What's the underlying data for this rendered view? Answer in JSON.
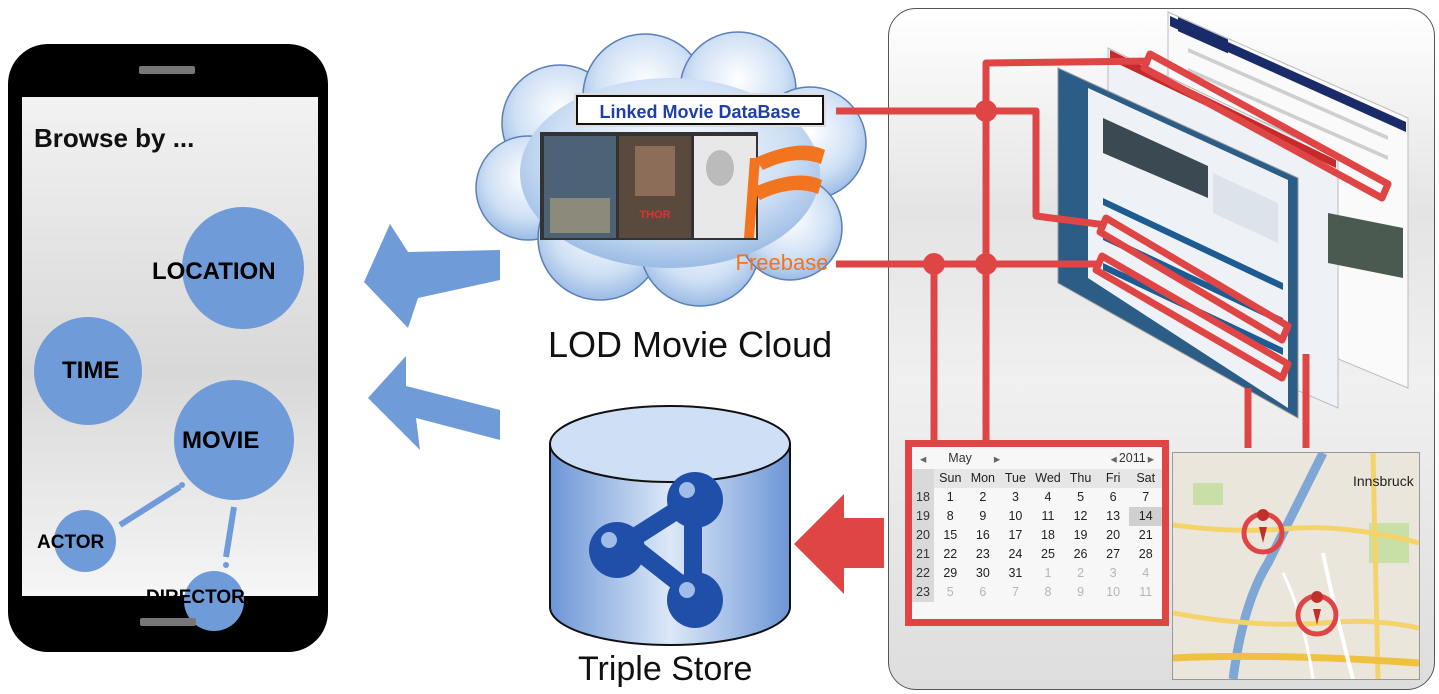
{
  "phone": {
    "browse_title": "Browse by ...",
    "bubbles": {
      "location": "LOCATION",
      "time": "TIME",
      "movie": "MOVIE",
      "actor": "ACTOR",
      "director": "DIRECTOR"
    }
  },
  "cloud": {
    "label": "LOD Movie Cloud",
    "lmdb_logo_text": "Linked Movie DataBase",
    "freebase_logo_text": "Freebase"
  },
  "store": {
    "label": "Triple Store"
  },
  "calendar": {
    "month": "May",
    "year": "2011",
    "day_headers": [
      "Sun",
      "Mon",
      "Tue",
      "Wed",
      "Thu",
      "Fri",
      "Sat"
    ],
    "weeks": [
      {
        "week": "18",
        "days": [
          "1",
          "2",
          "3",
          "4",
          "5",
          "6",
          "7"
        ]
      },
      {
        "week": "19",
        "days": [
          "8",
          "9",
          "10",
          "11",
          "12",
          "13",
          "14"
        ]
      },
      {
        "week": "20",
        "days": [
          "15",
          "16",
          "17",
          "18",
          "19",
          "20",
          "21"
        ]
      },
      {
        "week": "21",
        "days": [
          "22",
          "23",
          "24",
          "25",
          "26",
          "27",
          "28"
        ]
      },
      {
        "week": "22",
        "days": [
          "29",
          "30",
          "31",
          "1",
          "2",
          "3",
          "4"
        ]
      },
      {
        "week": "23",
        "days": [
          "5",
          "6",
          "7",
          "8",
          "9",
          "10",
          "11"
        ]
      }
    ]
  },
  "map": {
    "city": "Innsbruck"
  },
  "colors": {
    "red": "#e04545",
    "blue_arrow": "#6f9bd9",
    "bubble": "#6f9bd9"
  }
}
